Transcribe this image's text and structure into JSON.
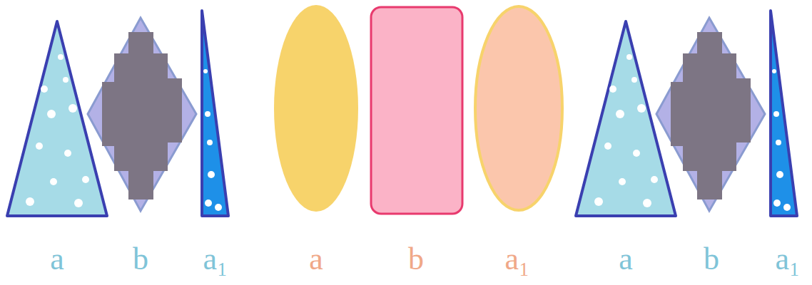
{
  "diagram": {
    "labels": [
      "a",
      "b",
      "a₁",
      "a",
      "b",
      "a₁",
      "a",
      "b",
      "a₁"
    ]
  }
}
